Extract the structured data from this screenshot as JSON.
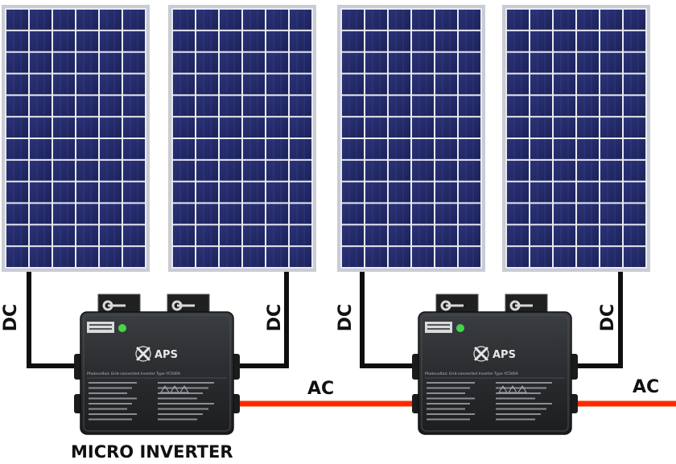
{
  "labels": {
    "dc": "DC",
    "ac": "AC",
    "micro_inverter": "MICRO INVERTER"
  },
  "inverter": {
    "brand": "APS",
    "model_line": "Photovoltaic Grid-connected Inverter  Type YC500A"
  },
  "colors": {
    "panel_cell": "#232a66",
    "panel_frame": "#c9ccd4",
    "panel_grid": "#e8eaf0",
    "inverter_body": "#2b2d30",
    "dc_wire": "#0f0f0f",
    "ac_wire": "#ff2a00",
    "status_led": "#43d64a"
  },
  "panels_count": 4,
  "inverters_count": 2
}
